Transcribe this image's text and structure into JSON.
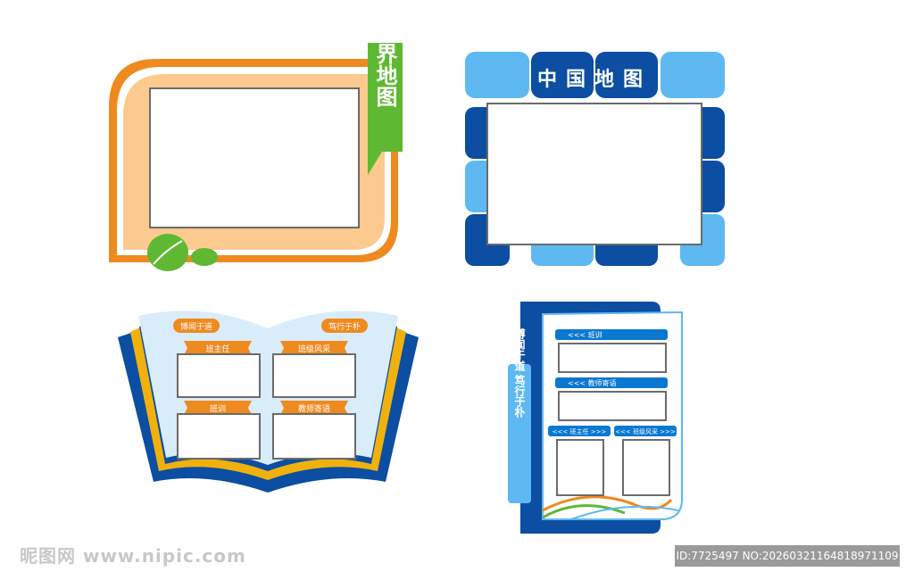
{
  "boards": {
    "world_map": {
      "title_vertical": "世界地图"
    },
    "china_map": {
      "title": "中国地图"
    },
    "book": {
      "headers": [
        "博闻于道",
        "笃行于朴"
      ],
      "labels": [
        "班主任",
        "班级风采",
        "班训",
        "教师寄语"
      ]
    },
    "panel": {
      "side_text": "博闻于道 笃行于朴",
      "banner_1": "<<<  班训",
      "banner_2": "<<<  教师寄语",
      "banner_3": "<<< 班主任 >>>",
      "banner_4": "<<< 班级风采 >>>"
    }
  },
  "watermark": {
    "logo": "昵图网 www.nipic.com",
    "id": "ID:7725497 NO:20260321164818971109"
  },
  "colors": {
    "orange": "#ef8a1f",
    "peach": "#fcc98f",
    "green": "#5fb832",
    "navy": "#0b4ea2",
    "sky": "#5eb9f2",
    "light_blue": "#d9ecfa",
    "yellow": "#f1b10c"
  }
}
